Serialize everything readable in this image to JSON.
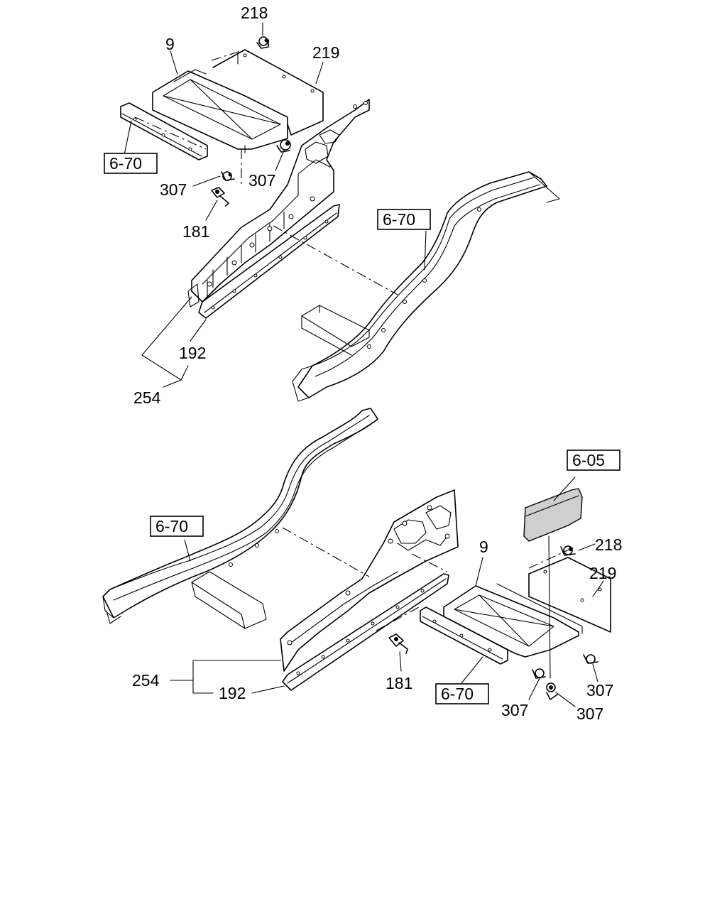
{
  "labels": {
    "top_218": "218",
    "top_9": "9",
    "top_219": "219",
    "top_ref_left": "6-70",
    "top_307_left": "307",
    "top_307_right": "307",
    "top_181": "181",
    "top_ref_frame": "6-70",
    "top_192": "192",
    "top_254": "254",
    "bot_ref_frame": "6-70",
    "bot_ref_605": "6-05",
    "bot_218": "218",
    "bot_9": "9",
    "bot_219": "219",
    "bot_254": "254",
    "bot_192": "192",
    "bot_181": "181",
    "bot_ref_bottom": "6-70",
    "bot_307_a": "307",
    "bot_307_b": "307",
    "bot_307_c": "307"
  }
}
